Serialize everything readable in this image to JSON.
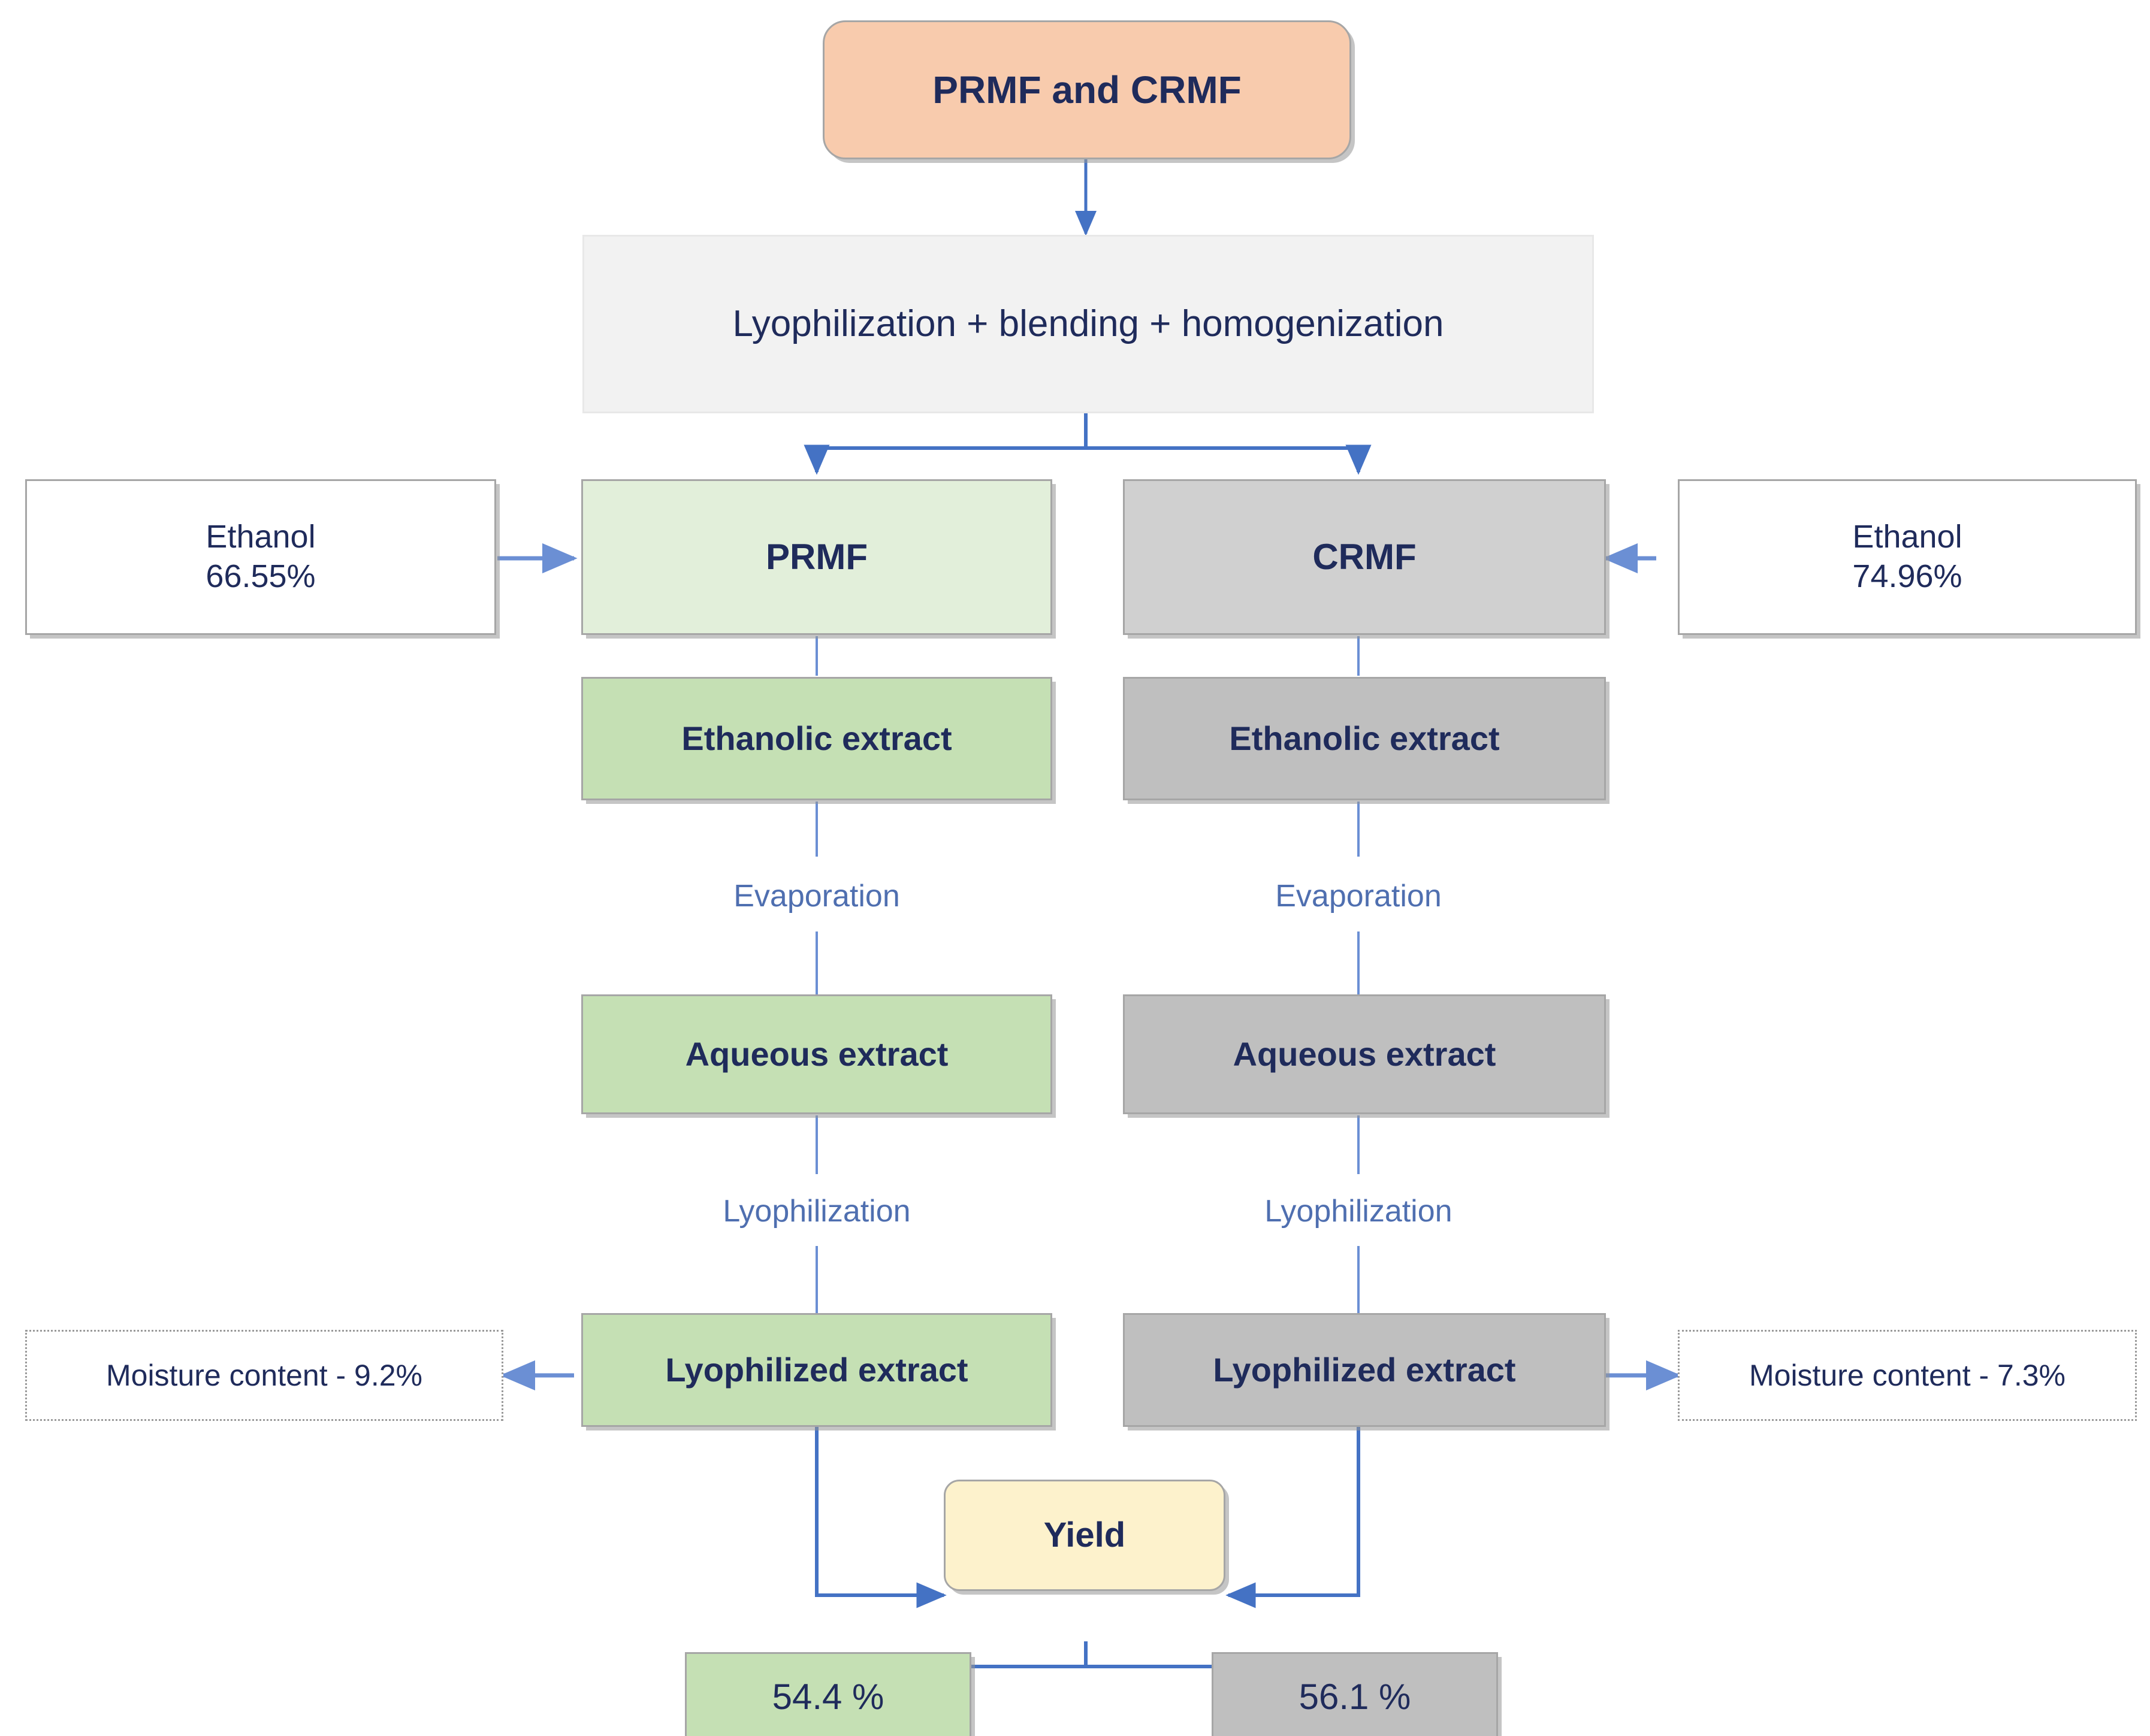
{
  "diagram": {
    "title_node": "PRMF and CRMF",
    "process_node": "Lyophilization + blending + homogenization",
    "left_branch": {
      "solvent_label": "Ethanol",
      "solvent_value": "66.55%",
      "material": "PRMF",
      "ethanolic_extract": "Ethanolic extract",
      "evaporation_label": "Evaporation",
      "aqueous_extract": "Aqueous extract",
      "lyophilization_label": "Lyophilization",
      "lyophilized_extract": "Lyophilized extract",
      "moisture_content": "Moisture content - 9.2%",
      "yield_value": "54.4 %"
    },
    "right_branch": {
      "solvent_label": "Ethanol",
      "solvent_value": "74.96%",
      "material": "CRMF",
      "ethanolic_extract": "Ethanolic extract",
      "evaporation_label": "Evaporation",
      "aqueous_extract": "Aqueous extract",
      "lyophilization_label": "Lyophilization",
      "lyophilized_extract": "Lyophilized extract",
      "moisture_content": "Moisture content - 7.3%",
      "yield_value": "56.1 %"
    },
    "yield_node": "Yield",
    "colors": {
      "start_fill": "#f8cbad",
      "process_fill": "#f2f2f2",
      "prmf_fill": "#e2efda",
      "crmf_fill": "#d0d0d0",
      "green_fill": "#c5e0b4",
      "gray_fill": "#bfbfbf",
      "yield_fill": "#fdf2cc",
      "connector": "#4472c4",
      "text": "#1f2b5b",
      "label_text": "#4f6fb0",
      "border": "#a6a6a6"
    }
  }
}
